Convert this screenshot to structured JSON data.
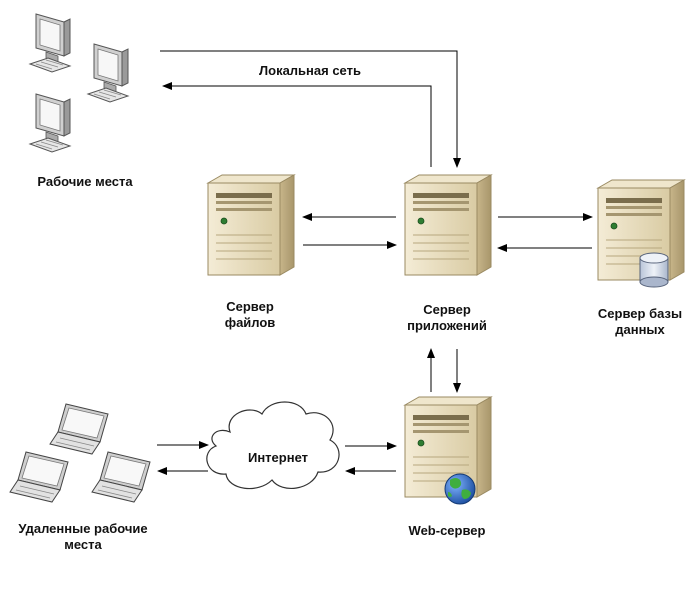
{
  "nodes": {
    "workstations": {
      "label": "Рабочие места"
    },
    "file_server": {
      "line1": "Сервер",
      "line2": "файлов"
    },
    "app_server": {
      "line1": "Сервер",
      "line2": "приложений"
    },
    "db_server": {
      "line1": "Сервер базы",
      "line2": "данных"
    },
    "internet": {
      "label": "Интернет"
    },
    "web_server": {
      "label": "Web-сервер"
    },
    "remote": {
      "line1": "Удаленные рабочие",
      "line2": "места"
    }
  },
  "edges": {
    "lan": {
      "label": "Локальная сеть"
    }
  },
  "colors": {
    "server_body": "#e9dfc3",
    "server_side": "#c9b98f",
    "monitor_frame": "#8d8d8d",
    "screen": "#f6f6f6",
    "cloud_fill": "#ffffff",
    "globe": "#2f6fb3",
    "land": "#35a43a",
    "db_cylinder": "#cfd8e6"
  }
}
